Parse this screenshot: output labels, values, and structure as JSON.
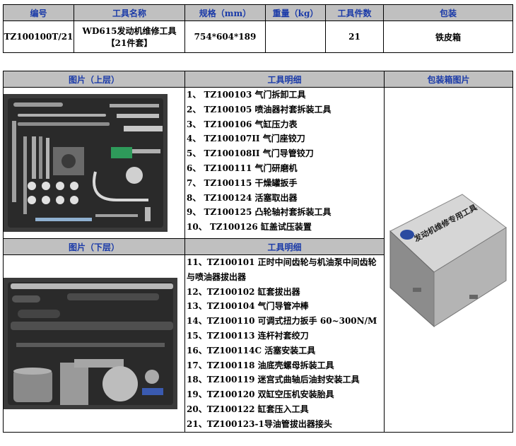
{
  "summary": {
    "headers": [
      "编号",
      "工具名称",
      "规格（mm）",
      "重量（kg）",
      "工具件数",
      "包装"
    ],
    "code": "TZ100100T/21",
    "name_line1": "WD615发动机维修工具",
    "name_line2": "【21件套】",
    "spec": "754*604*189",
    "weight": "",
    "count": "21",
    "packaging": "铁皮箱"
  },
  "detail": {
    "header_upper_image": "图片（上层）",
    "header_tool_detail": "工具明细",
    "header_box_image": "包装箱图片",
    "header_lower_image": "图片（下层）",
    "upper_items": [
      "1、  TZ100103   气门拆卸工具",
      "2、  TZ100105   喷油器衬套拆装工具",
      "3、  TZ100106   气缸压力表",
      "4、  TZ100107II 气门座铰刀",
      "5、  TZ100108II 气门导管铰刀",
      "6、  TZ100111   气门研磨机",
      "7、  TZ100115   干燥罐扳手",
      "8、  TZ100124   活塞取出器",
      "9、  TZ100125   凸轮轴衬套拆装工具",
      "10、 TZ100126   缸盖试压装置"
    ],
    "lower_items": [
      "11、TZ100101   正时中间齿轮与机油泵中间齿轮与喷油器拔出器",
      "12、TZ100102  缸套拔出器",
      "13、TZ100104  气门导管冲棒",
      "14、TZ100110  可调式扭力扳手 60~300N/M",
      "15、TZ100113  连杆衬套绞刀",
      "16、TZ100114C 活塞安装工具",
      "17、TZ100118  油底壳螺母拆装工具",
      "18、TZ100119  迷宫式曲轴后油封安装工具",
      "19、TZ100120  双缸空压机安装胎具",
      "20、TZ100122  缸套压入工具",
      "21、TZ100123-1导油管拔出器接头"
    ],
    "box_label": "发动机维修专用工具"
  }
}
